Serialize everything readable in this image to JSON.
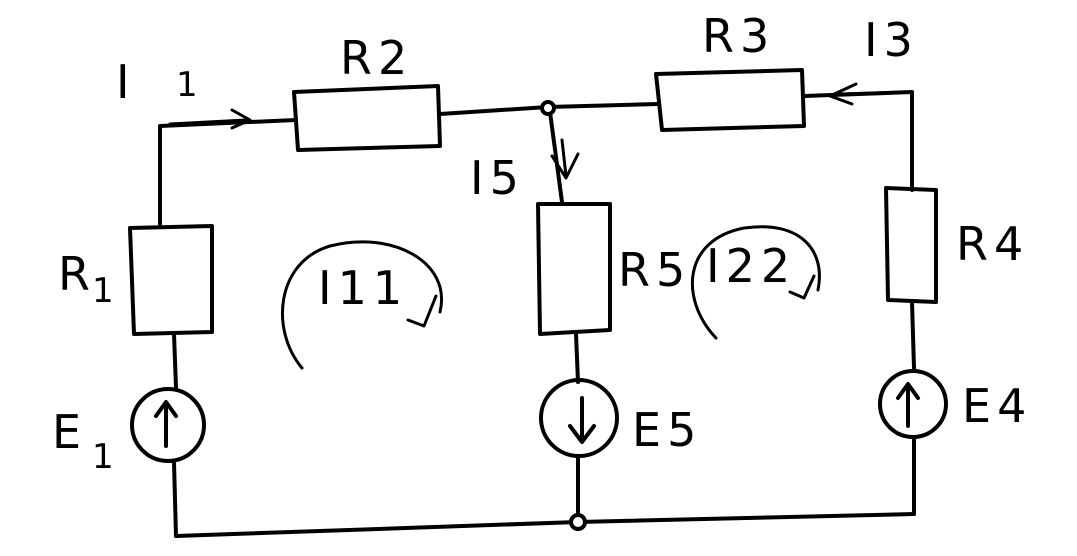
{
  "labels": {
    "r1": "R",
    "r1_sub": "1",
    "r2": "R2",
    "r3": "R3",
    "r4": "R4",
    "r5": "R5",
    "e1": "E",
    "e1_sub": "1",
    "e5": "E5",
    "e4": "E4",
    "i1": "I",
    "i1_sub": "1",
    "i3": "I3",
    "i5": "I5",
    "i11": "I11",
    "i22": "I22"
  },
  "sources": {
    "e1_direction": "up",
    "e5_direction": "down",
    "e4_direction": "up"
  },
  "colors": {
    "ink": "#000000",
    "paper": "#ffffff"
  }
}
